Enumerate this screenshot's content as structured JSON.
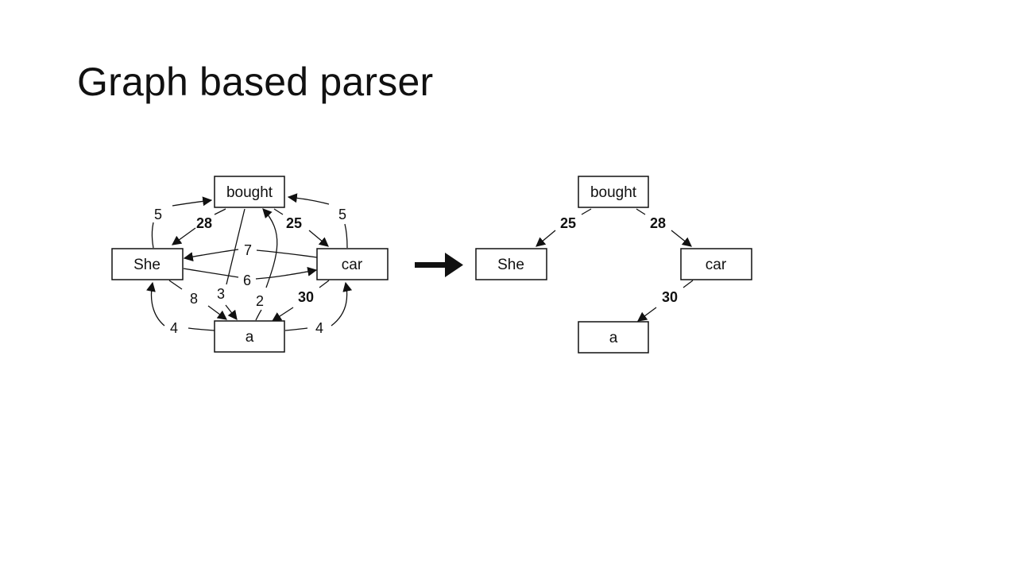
{
  "slide": {
    "title": "Graph based parser"
  },
  "colors": {
    "ink": "#111111",
    "background": "#ffffff"
  },
  "left_graph": {
    "nodes": {
      "bought": "bought",
      "she": "She",
      "car": "car",
      "a": "a"
    },
    "weights": {
      "she_to_bought": "5",
      "bought_to_she": "28",
      "bought_to_car": "25",
      "car_to_bought": "5",
      "car_to_she": "7",
      "she_to_car": "6",
      "she_to_a": "8",
      "bought_to_a": "3",
      "a_to_bought": "2",
      "car_to_a": "30",
      "a_to_she": "4",
      "a_to_car": "4"
    },
    "bold_edges": [
      "28",
      "25",
      "30"
    ]
  },
  "transform_arrow": {
    "icon": "right-arrow-icon"
  },
  "right_tree": {
    "nodes": {
      "bought": "bought",
      "she": "She",
      "car": "car",
      "a": "a"
    },
    "weights": {
      "bought_to_she": "25",
      "bought_to_car": "28",
      "car_to_a": "30"
    }
  }
}
